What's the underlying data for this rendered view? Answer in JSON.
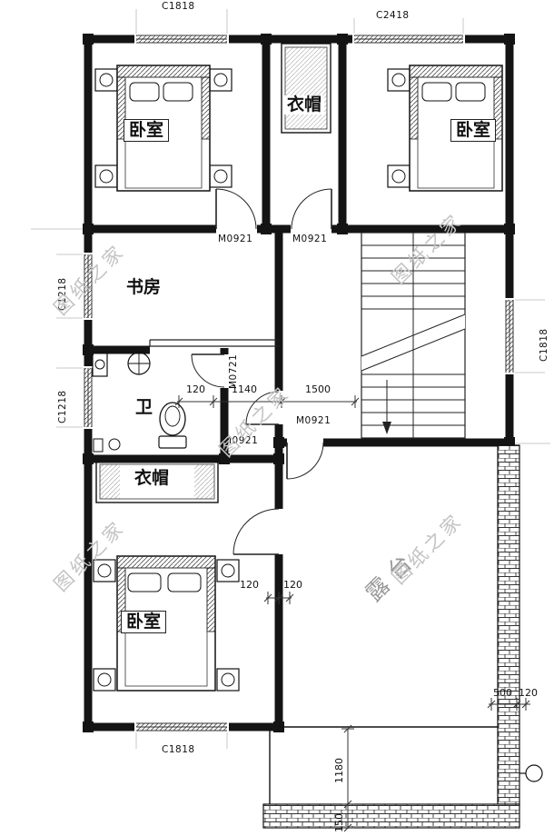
{
  "watermark": {
    "text": "图纸之家"
  },
  "rooms": {
    "bedroom1": "卧室",
    "bedroom2": "卧室",
    "bedroom3": "卧室",
    "study": "书房",
    "closet_top": "衣帽",
    "closet_mid": "衣帽",
    "bath": "卫",
    "terrace": "露台"
  },
  "windows": {
    "top_left": "C1818",
    "top_right": "C2418",
    "left_upper": "C1218",
    "left_lower": "C1218",
    "right_side": "C1818",
    "bottom": "C1818"
  },
  "doors": {
    "bedroom1": "M0921",
    "closet": "M0921",
    "bath": "M0721",
    "hall": "M0921",
    "terrace": "M0921"
  },
  "dimensions": {
    "hall_a": "120",
    "hall_b": "1140",
    "hall_c": "1500",
    "wall_a": "120",
    "wall_b": "120",
    "terrace_h": "1180",
    "terrace_s": "150",
    "edge_a": "500",
    "edge_b": "120"
  }
}
